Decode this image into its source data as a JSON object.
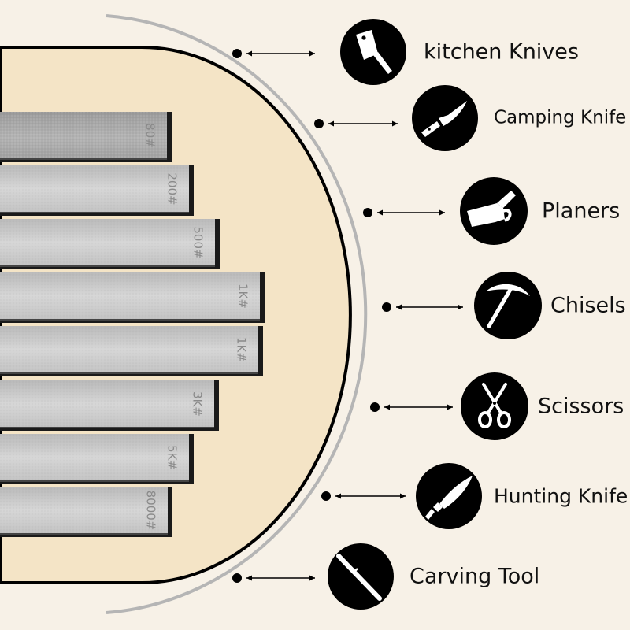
{
  "colors": {
    "background": "#f7f1e7",
    "panel_fill": "#f4e4c6",
    "panel_border": "#000000",
    "arc": "#b5b5b5",
    "icon_bg": "#000000",
    "icon_fg": "#ffffff",
    "text": "#111111"
  },
  "stones": [
    {
      "grit": "80#"
    },
    {
      "grit": "200#"
    },
    {
      "grit": "500#"
    },
    {
      "grit": "1K#"
    },
    {
      "grit": "1K#"
    },
    {
      "grit": "3K#"
    },
    {
      "grit": "5K#"
    },
    {
      "grit": "8000#"
    }
  ],
  "tools": [
    {
      "label": "kitchen Knives",
      "icon": "cleaver-icon"
    },
    {
      "label": "Camping Knife",
      "icon": "camping-knife-icon"
    },
    {
      "label": "Planers",
      "icon": "planer-icon"
    },
    {
      "label": "Chisels",
      "icon": "pickaxe-icon"
    },
    {
      "label": "Scissors",
      "icon": "scissors-icon"
    },
    {
      "label": "Hunting Knife",
      "icon": "hunting-knife-icon"
    },
    {
      "label": "Carving Tool",
      "icon": "carving-tool-icon"
    }
  ]
}
